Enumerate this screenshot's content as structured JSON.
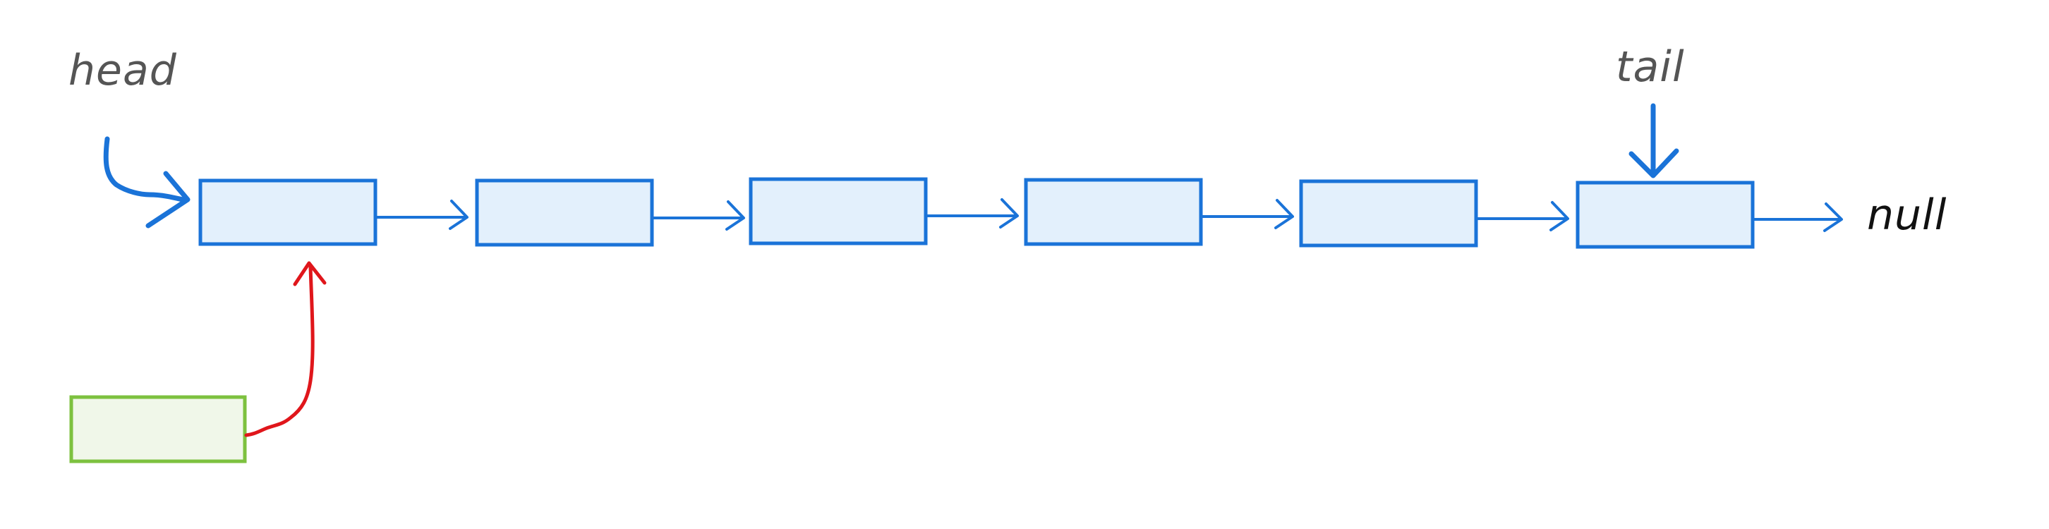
{
  "labels": {
    "head": "head",
    "tail": "tail",
    "null": "null"
  },
  "diagram": {
    "list_node_count": 6,
    "new_node_count": 1
  },
  "colors": {
    "node_stroke": "#1a73d8",
    "node_fill": "#e3f0fc",
    "new_node_stroke": "#7dc13f",
    "new_node_fill": "#f0f7e9",
    "new_link_arrow": "#e0161b",
    "label_text": "#555555",
    "null_text": "#111111"
  }
}
